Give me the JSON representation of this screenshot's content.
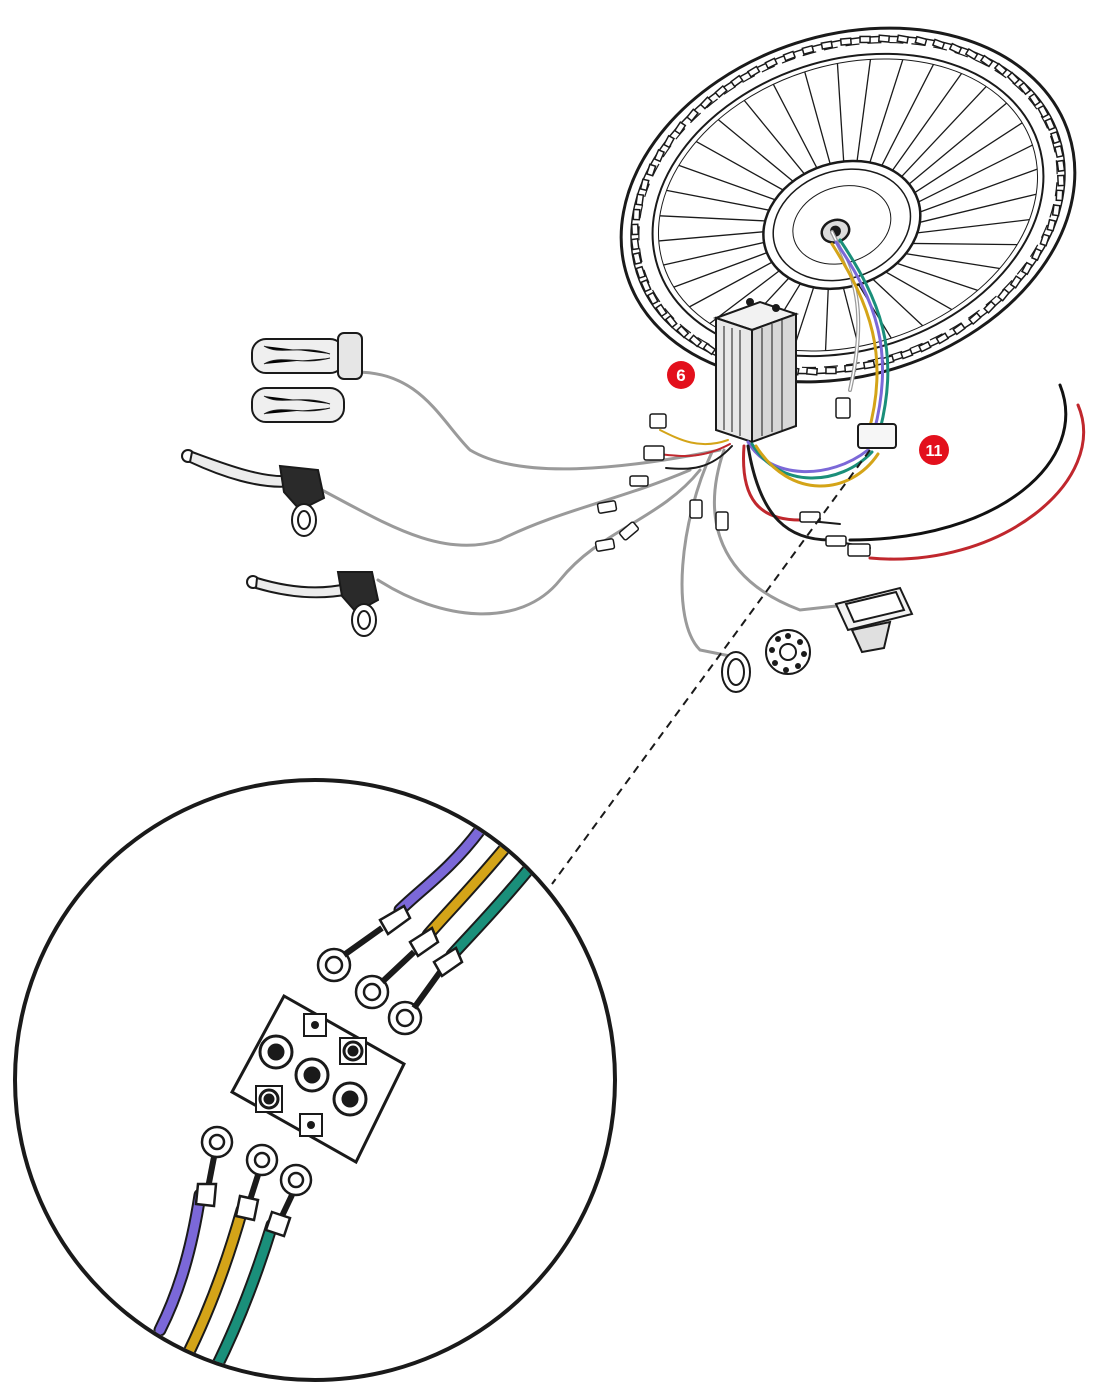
{
  "markers": [
    {
      "id": "controller",
      "label": "6"
    },
    {
      "id": "connector",
      "label": "11"
    }
  ],
  "colors": {
    "ink": "#1a1a1a",
    "marker": "#e3101c",
    "phase_purple": "#7b68d8",
    "phase_yellow": "#d4a418",
    "phase_green": "#1a8f7a",
    "battery_red": "#c0272d",
    "battery_black": "#111111",
    "cable_gray": "#9a9a9a"
  },
  "icons": [
    "wheel-hub-motor",
    "controller-box",
    "throttle-grip",
    "brake-lever",
    "lcd-display",
    "pas-sensor",
    "phase-terminal-block"
  ]
}
